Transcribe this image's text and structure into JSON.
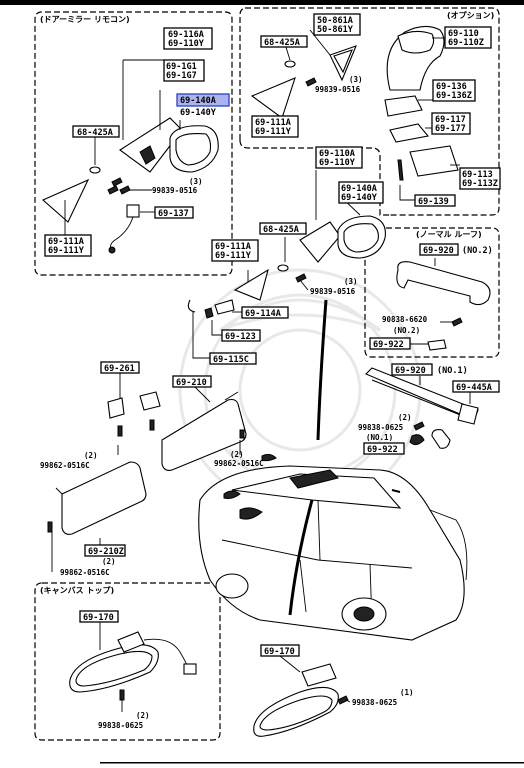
{
  "sections": {
    "door_mirror_remote": "(ドアーミラー リモコン)",
    "option": "(オプション)",
    "normal_roof": "(ノーマル ルーフ)",
    "canvas_top": "(キャンバス トップ)"
  },
  "labels": {
    "m1": [
      "69-116A",
      "69-110Y"
    ],
    "m2": [
      "69-1G1",
      "69-1G7"
    ],
    "m3": [
      "69-140A",
      "69-140Y"
    ],
    "m4": "68-425A",
    "m5": [
      "69-111A",
      "69-111Y"
    ],
    "m6": "69-137",
    "m7_screw": "99839-0516",
    "m7_qty": "(3)",
    "o1": [
      "50-861A",
      "50-861Y"
    ],
    "o2": "68-425A",
    "o3_qty": "(3)",
    "o3": "99839-0516",
    "o4": [
      "69-111A",
      "69-111Y"
    ],
    "o5": [
      "69-110",
      "69-110Z"
    ],
    "o6": [
      "69-136",
      "69-136Z"
    ],
    "o7": [
      "69-117",
      "69-177"
    ],
    "o8": [
      "69-113",
      "69-113Z"
    ],
    "o9": "69-139",
    "c1": [
      "69-110A",
      "69-110Y"
    ],
    "c2": [
      "69-140A",
      "69-140Y"
    ],
    "c3": "68-425A",
    "c4": [
      "69-111A",
      "69-111Y"
    ],
    "c5_qty": "(3)",
    "c5": "99839-0516",
    "c6": "69-114A",
    "c7": "69-123",
    "c8": "69-115C",
    "n1": "69-920",
    "n1_note": "(NO.2)",
    "n2": "90838-6620",
    "n2_note": "(NO.2)",
    "n3": "69-922",
    "s1": "69-261",
    "s2": "69-210",
    "s3_qty": "(2)",
    "s3": "99862-0516C",
    "s4_qty": "(2)",
    "s4": "99862-0516C",
    "s5": "69-210Z",
    "s5_qty": "(2)",
    "s6": "99862-0516C",
    "r1": "69-920",
    "r1_note": "(NO.1)",
    "r2": "69-445A",
    "r3_qty": "(2)",
    "r3": "99838-0625",
    "r3_note": "(NO.1)",
    "r4": "69-922",
    "v1": "69-170",
    "v1_qty": "(2)",
    "v1_screw": "99838-0625",
    "v2": "69-170",
    "v2_qty": "(1)",
    "v2_screw": "99838-0625"
  }
}
